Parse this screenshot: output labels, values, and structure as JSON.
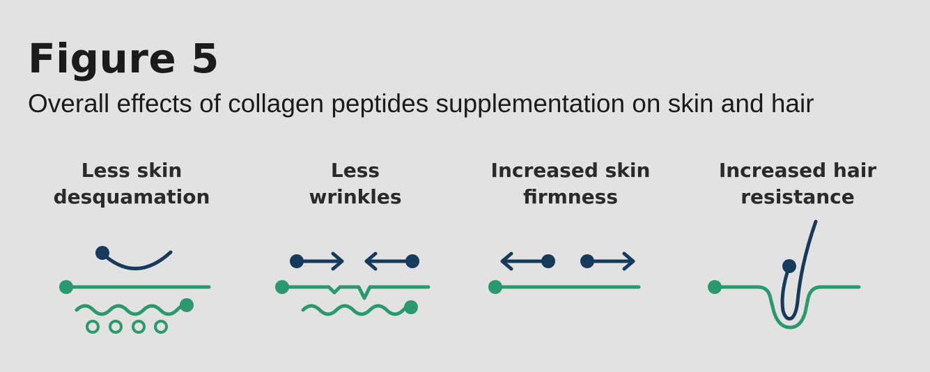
{
  "figure": {
    "title": "Figure 5",
    "subtitle": "Overall effects of collagen peptides supplementation on skin and hair"
  },
  "panels": [
    {
      "label_line1": "Less skin",
      "label_line2": "desquamation",
      "icon": "skin-desquamation-icon"
    },
    {
      "label_line1": "Less",
      "label_line2": "wrinkles",
      "icon": "wrinkles-icon"
    },
    {
      "label_line1": "Increased skin",
      "label_line2": "firmness",
      "icon": "skin-firmness-icon"
    },
    {
      "label_line1": "Increased hair",
      "label_line2": "resistance",
      "icon": "hair-resistance-icon"
    }
  ],
  "colors": {
    "background": "#e2e2e2",
    "navy": "#163a5c",
    "green": "#2a9a6e",
    "text": "#1b1b1b"
  }
}
